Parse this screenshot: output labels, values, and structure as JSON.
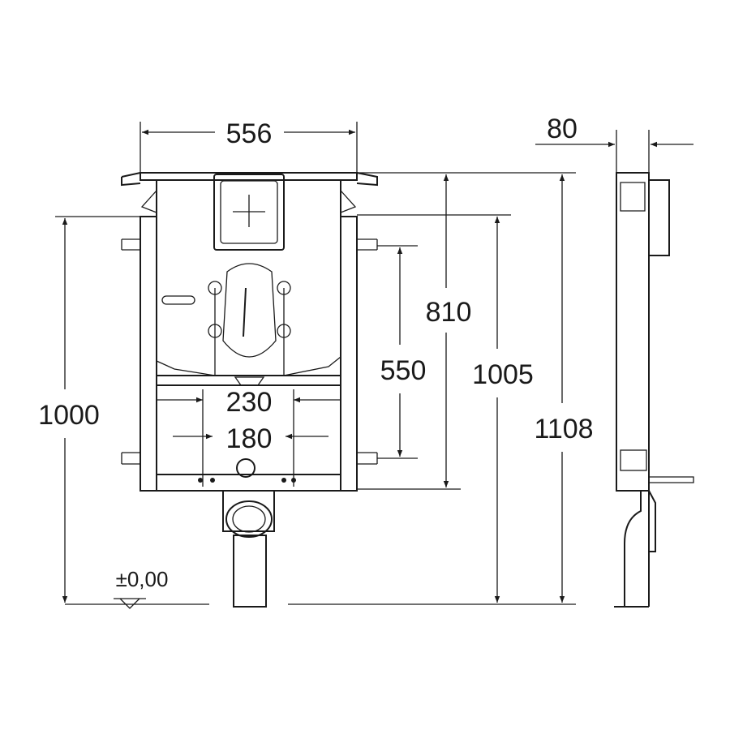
{
  "drawing": {
    "dimensions": {
      "width": "556",
      "depth": "80",
      "height_frame": "1000",
      "height_810": "810",
      "height_550": "550",
      "height_1005": "1005",
      "height_total": "1108",
      "spacing_230": "230",
      "spacing_180": "180"
    },
    "level_label": "±0,00"
  }
}
